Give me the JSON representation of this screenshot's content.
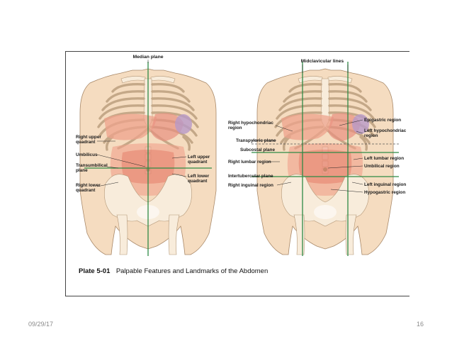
{
  "colors": {
    "skin": "#f5dcc0",
    "skin_outline": "#a88868",
    "rib": "#f8ecdb",
    "rib_outline": "#b49878",
    "organ_pink": "#f0a08a",
    "organ_red": "#e2735f",
    "spleen": "#b89ac8",
    "green_line": "#2e8a45",
    "grey_dash": "#777777"
  },
  "figure": {
    "left_panel": {
      "title": "Median plane",
      "labels_left": [
        "Right upper",
        "quadrant",
        "Umbilicus",
        "Transumbilical",
        "plane",
        "Right lower",
        "quadrant"
      ],
      "labels_right": [
        "Left upper",
        "quadrant",
        "Left lower",
        "quadrant"
      ]
    },
    "right_panel": {
      "title": "Midclavicular lines",
      "labels_left": [
        "Right hypochondriac",
        "region",
        "Transpyloric plane",
        "Subcostal plane",
        "Right lumbar region",
        "Intertubercular plane",
        "Right inguinal region"
      ],
      "labels_right": [
        "Epigastric region",
        "Left hypochondriac",
        "region",
        "Left lumbar region",
        "Umbilical region",
        "Left inguinal region",
        "Hypogastric region"
      ]
    },
    "caption": {
      "plate_number": "Plate 5-01",
      "text": "Palpable Features and Landmarks of the Abdomen"
    }
  },
  "footer": {
    "date": "09/29/17",
    "page": "16"
  }
}
